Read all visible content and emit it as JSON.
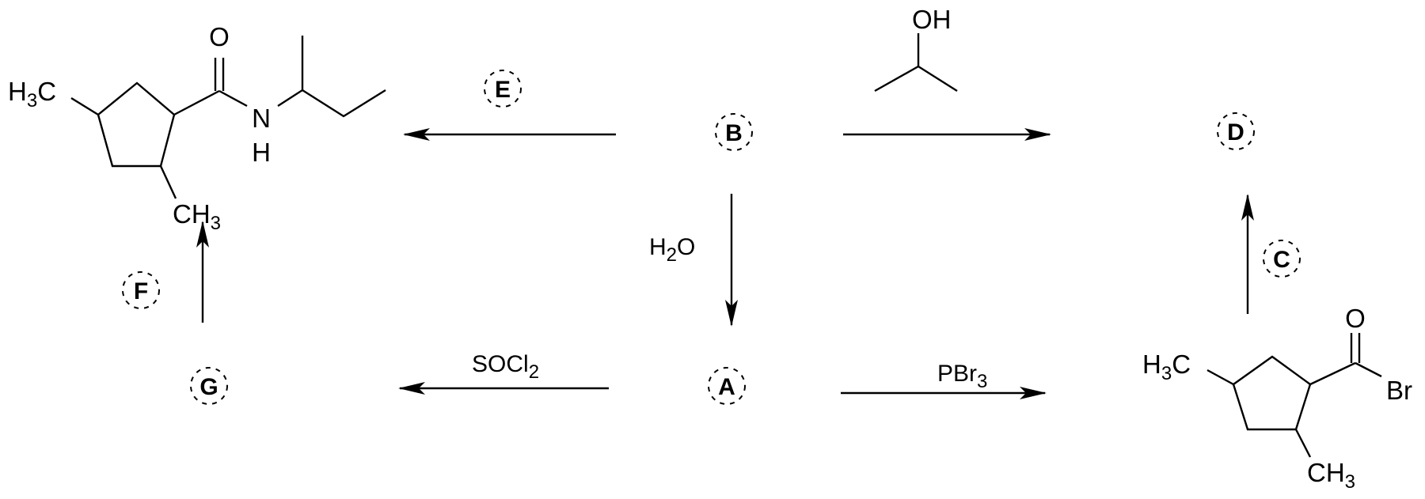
{
  "compounds": {
    "amide": {
      "left_methyl": [
        "H",
        "3",
        "C"
      ],
      "oxygen": "O",
      "nitrogen": "N",
      "hydrogen": "H",
      "bottom_methyl": [
        "CH",
        "3"
      ]
    },
    "acyl_bromide": {
      "left_methyl": [
        "H",
        "3",
        "C"
      ],
      "oxygen": "O",
      "bromine": "Br",
      "bottom_methyl": [
        "CH",
        "3"
      ]
    },
    "isopropanol": {
      "hydroxyl": "OH"
    }
  },
  "labels": {
    "A": "A",
    "B": "B",
    "C": "C",
    "D": "D",
    "E": "E",
    "F": "F",
    "G": "G"
  },
  "reagents": {
    "water": [
      "H",
      "2",
      "O"
    ],
    "thionyl_chloride": [
      "SOCl",
      "2"
    ],
    "phosphorus_tribromide": [
      "PBr",
      "3"
    ]
  }
}
